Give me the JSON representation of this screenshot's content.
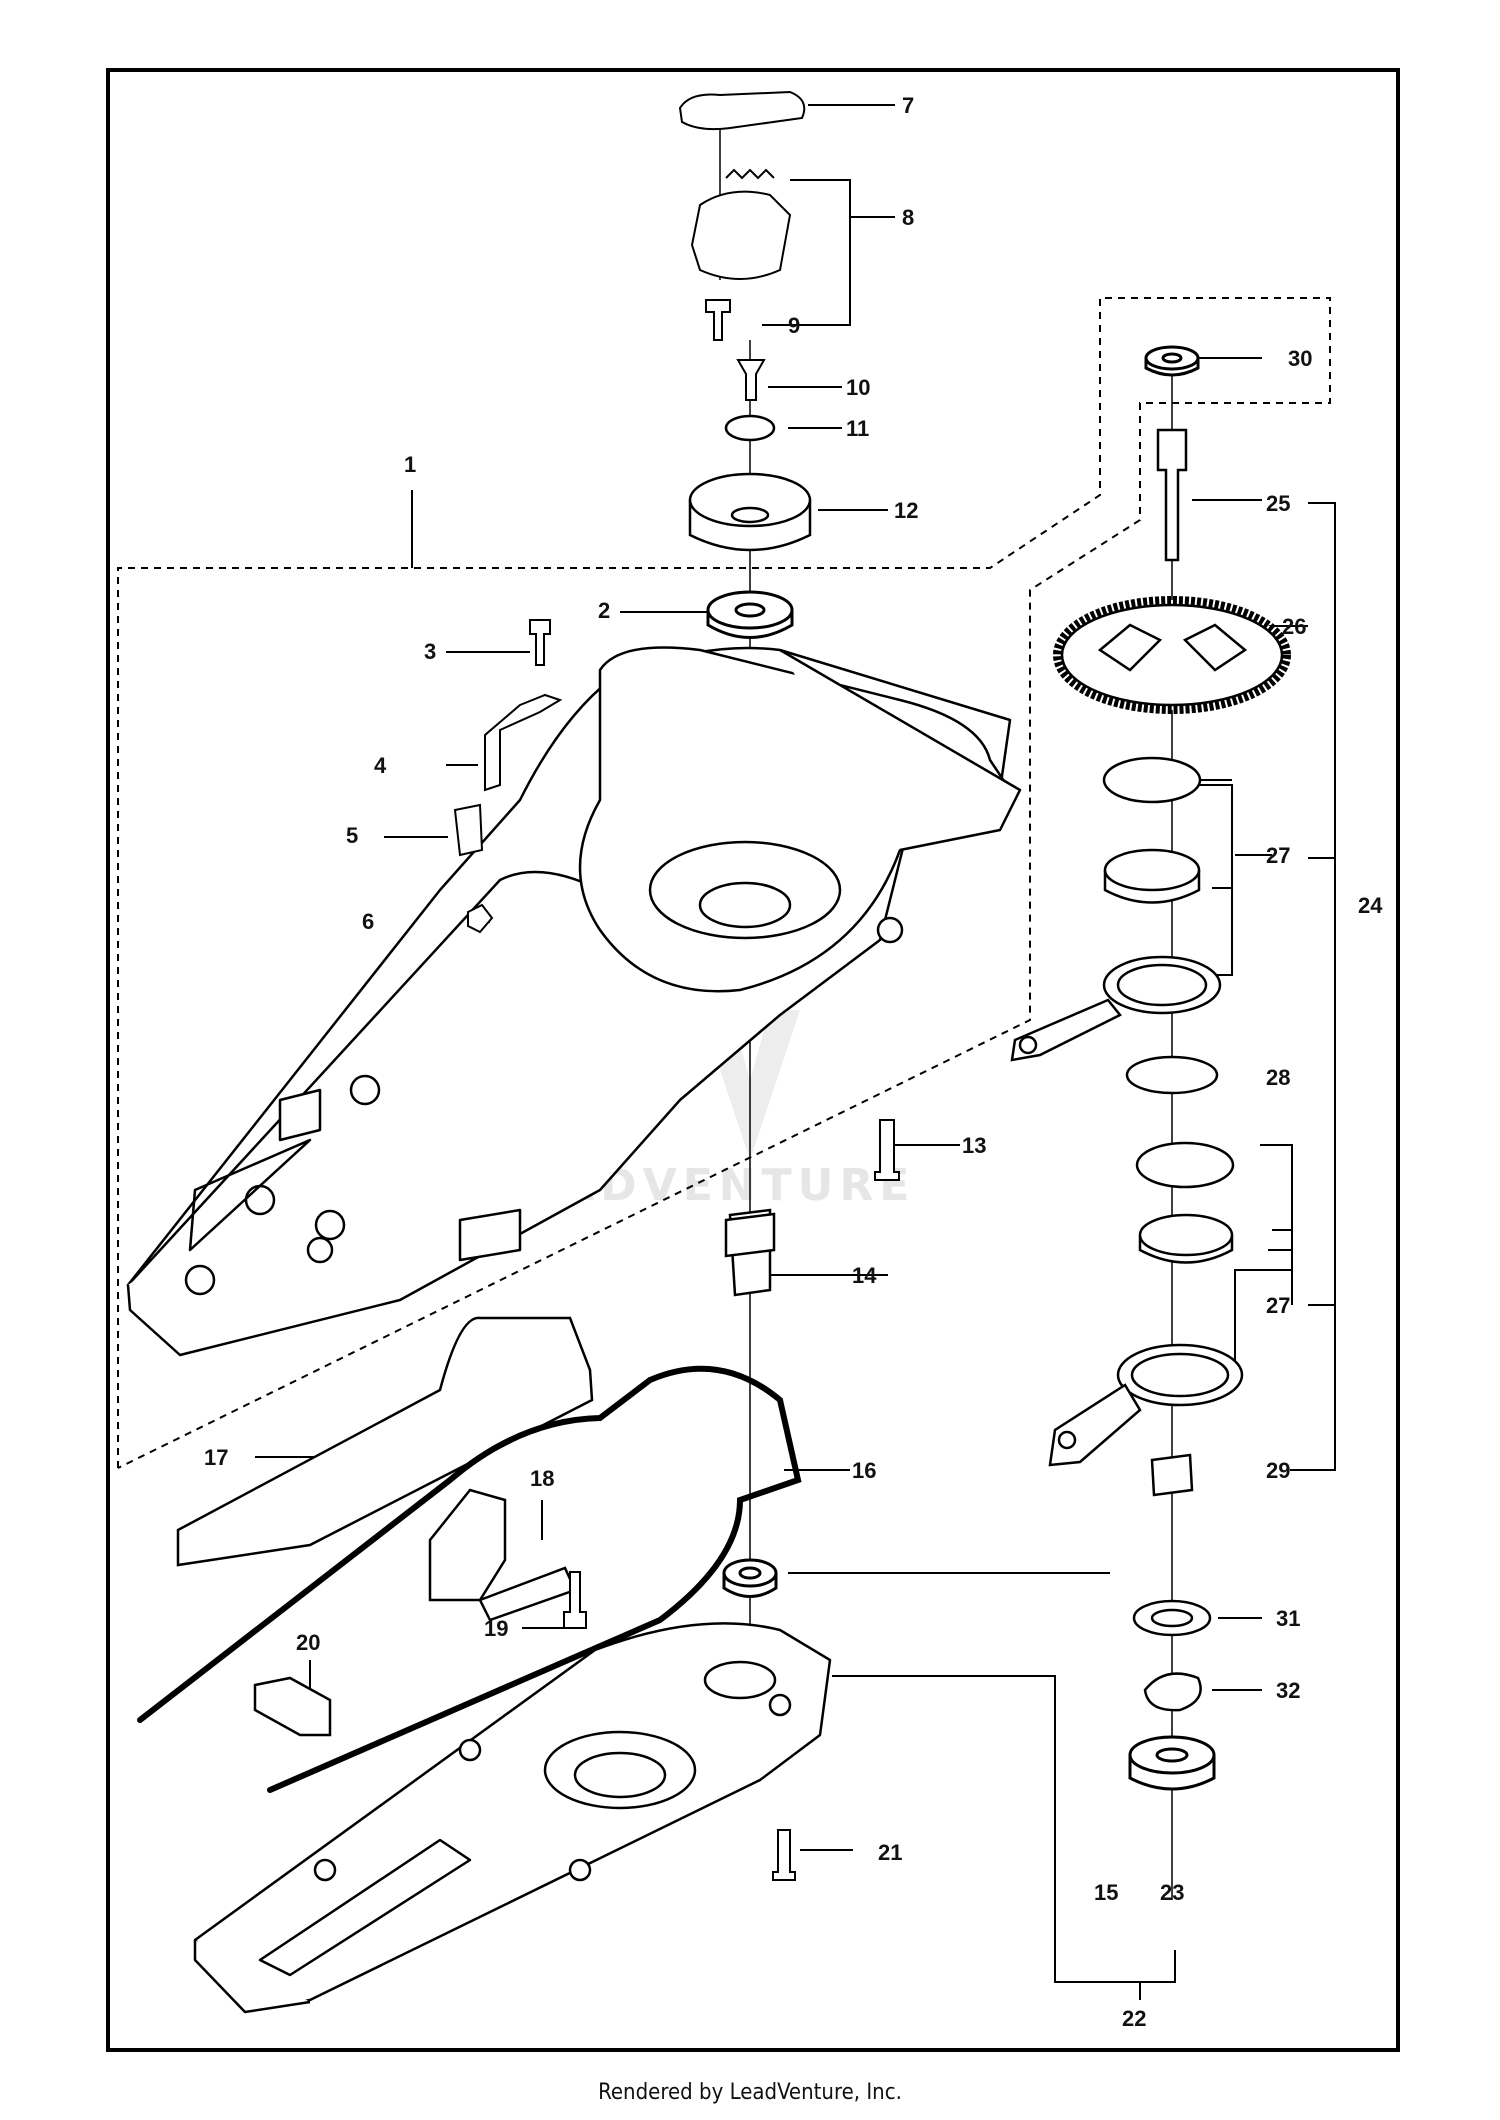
{
  "diagram": {
    "callouts": [
      "1",
      "2",
      "3",
      "4",
      "5",
      "6",
      "7",
      "8",
      "9",
      "10",
      "11",
      "12",
      "13",
      "14",
      "15",
      "16",
      "17",
      "18",
      "19",
      "20",
      "21",
      "22",
      "23",
      "24",
      "25",
      "26",
      "27",
      "27",
      "28",
      "29",
      "30",
      "31",
      "32"
    ]
  },
  "watermark": "LEADVENTURE",
  "footer": "Rendered by LeadVenture, Inc."
}
